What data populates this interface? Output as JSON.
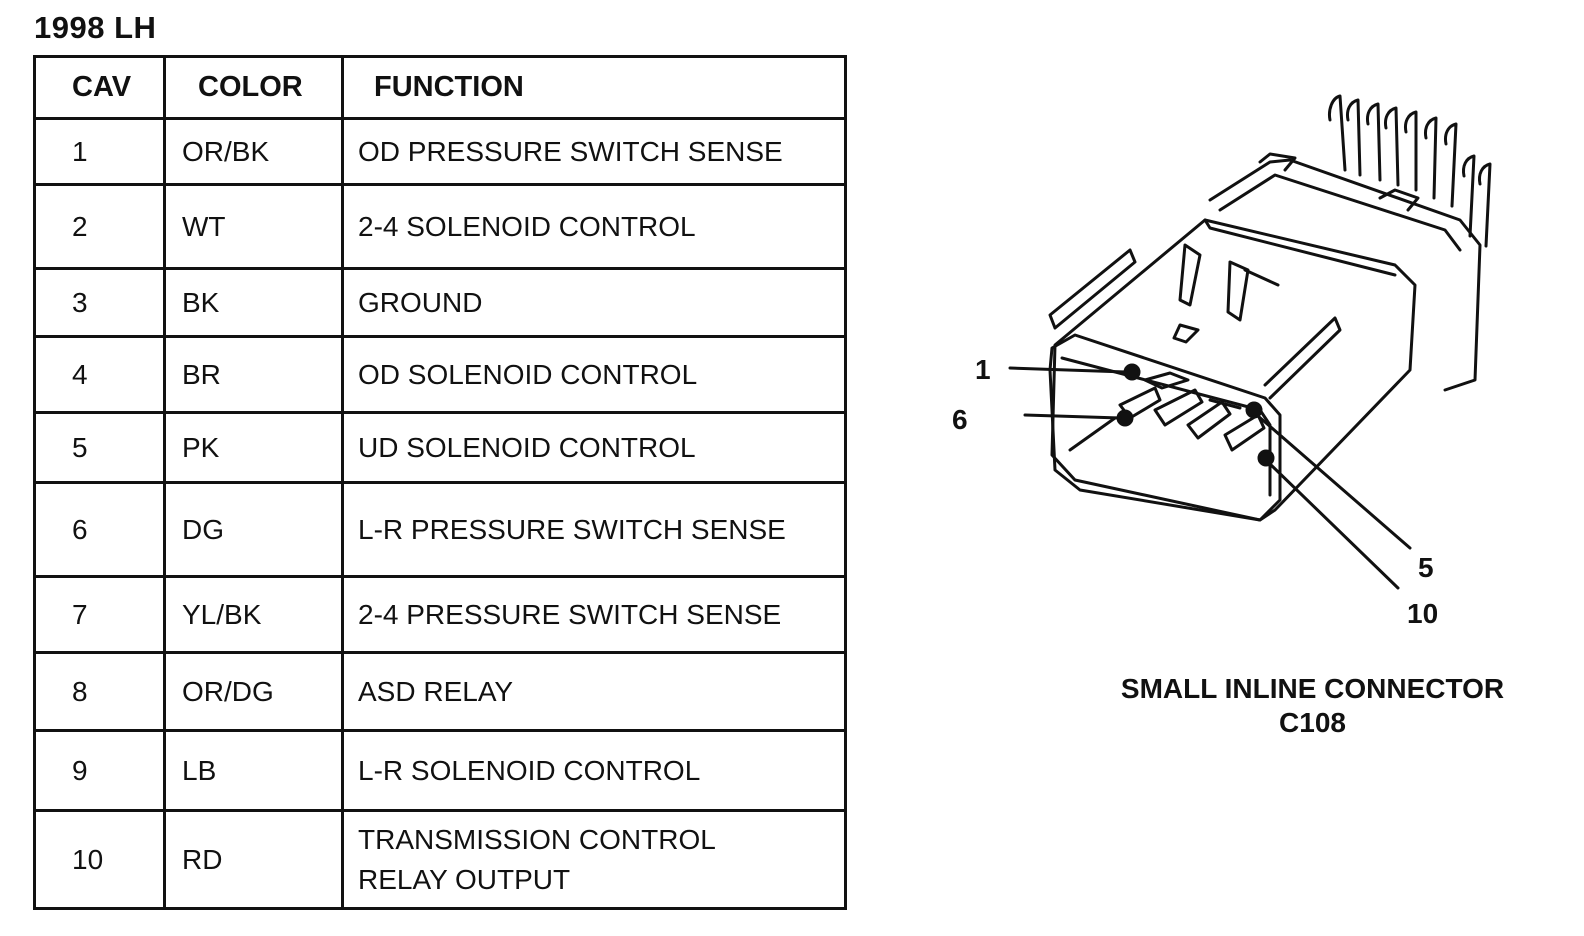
{
  "header": {
    "title": "1998 LH"
  },
  "table": {
    "columns": [
      "CAV",
      "COLOR",
      "FUNCTION"
    ],
    "rows": [
      {
        "cav": "1",
        "color": "OR/BK",
        "function": "OD PRESSURE SWITCH SENSE",
        "function_2": ""
      },
      {
        "cav": "2",
        "color": "WT",
        "function": "2-4 SOLENOID CONTROL",
        "function_2": ""
      },
      {
        "cav": "3",
        "color": "BK",
        "function": "GROUND",
        "function_2": ""
      },
      {
        "cav": "4",
        "color": "BR",
        "function": "OD SOLENOID CONTROL",
        "function_2": ""
      },
      {
        "cav": "5",
        "color": "PK",
        "function": "UD SOLENOID CONTROL",
        "function_2": ""
      },
      {
        "cav": "6",
        "color": "DG",
        "function": "L-R PRESSURE SWITCH SENSE",
        "function_2": ""
      },
      {
        "cav": "7",
        "color": "YL/BK",
        "function": "2-4 PRESSURE SWITCH SENSE",
        "function_2": ""
      },
      {
        "cav": "8",
        "color": "OR/DG",
        "function": "ASD RELAY",
        "function_2": ""
      },
      {
        "cav": "9",
        "color": "LB",
        "function": "L-R SOLENOID CONTROL",
        "function_2": ""
      },
      {
        "cav": "10",
        "color": "RD",
        "function": "TRANSMISSION CONTROL",
        "function_2": "RELAY OUTPUT"
      }
    ]
  },
  "connector": {
    "pin_labels": [
      "1",
      "6",
      "5",
      "10"
    ],
    "caption_line1": "SMALL INLINE CONNECTOR",
    "caption_line2": "C108"
  }
}
